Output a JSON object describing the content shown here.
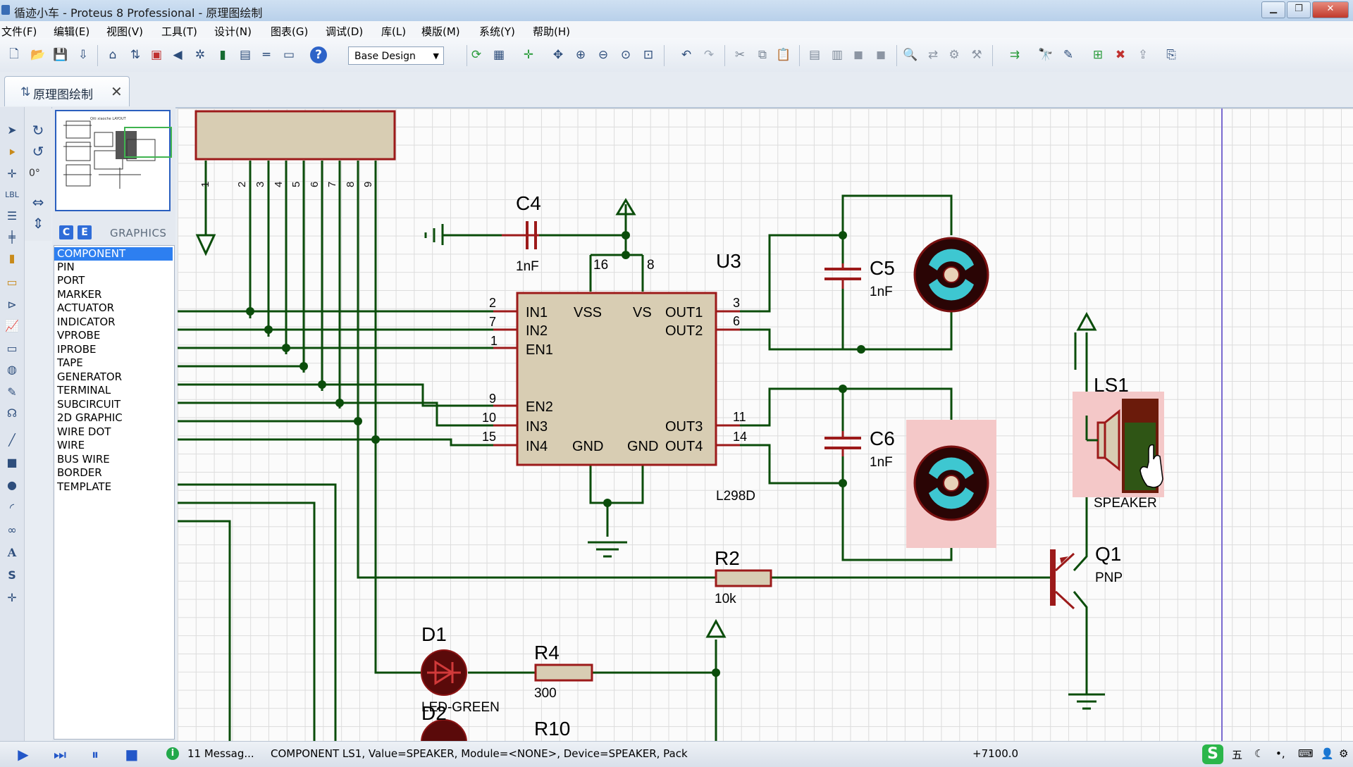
{
  "window": {
    "title": "循迹小车 - Proteus 8 Professional - 原理图绘制"
  },
  "menu": [
    "文件(F)",
    "编辑(E)",
    "视图(V)",
    "工具(T)",
    "设计(N)",
    "图表(G)",
    "调试(D)",
    "库(L)",
    "模版(M)",
    "系统(Y)",
    "帮助(H)"
  ],
  "toolbar": {
    "design_select": "Base Design"
  },
  "tab": {
    "label": "原理图绘制"
  },
  "left_panel": {
    "rotation": "0°",
    "selector_c": "C",
    "selector_e": "E",
    "graphics_label": "GRAPHICS",
    "modes": [
      "COMPONENT",
      "PIN",
      "PORT",
      "MARKER",
      "ACTUATOR",
      "INDICATOR",
      "VPROBE",
      "IPROBE",
      "TAPE",
      "GENERATOR",
      "TERMINAL",
      "SUBCIRCUIT",
      "2D GRAPHIC",
      "WIRE DOT",
      "WIRE",
      "BUS WIRE",
      "BORDER",
      "TEMPLATE"
    ],
    "selected_mode": "COMPONENT"
  },
  "schematic": {
    "header_pins": [
      "1",
      "2",
      "3",
      "4",
      "5",
      "6",
      "7",
      "8",
      "9"
    ],
    "c4": {
      "ref": "C4",
      "value": "1nF"
    },
    "u3": {
      "ref": "U3",
      "part": "L298D",
      "pin_16": "16",
      "pin_8": "8",
      "vss": "VSS",
      "vs": "VS",
      "gnd1": "GND",
      "gnd2": "GND"
    },
    "u3_left_pins": [
      {
        "num": "2",
        "name": "IN1"
      },
      {
        "num": "7",
        "name": "IN2"
      },
      {
        "num": "1",
        "name": "EN1"
      },
      {
        "num": "9",
        "name": "EN2"
      },
      {
        "num": "10",
        "name": "IN3"
      },
      {
        "num": "15",
        "name": "IN4"
      }
    ],
    "u3_right_pins": [
      {
        "num": "3",
        "name": "OUT1"
      },
      {
        "num": "6",
        "name": "OUT2"
      },
      {
        "num": "11",
        "name": "OUT3"
      },
      {
        "num": "14",
        "name": "OUT4"
      }
    ],
    "c5": {
      "ref": "C5",
      "value": "1nF"
    },
    "c6": {
      "ref": "C6",
      "value": "1nF"
    },
    "ls1": {
      "ref": "LS1",
      "value": "SPEAKER"
    },
    "q1": {
      "ref": "Q1",
      "type": "PNP"
    },
    "r2": {
      "ref": "R2",
      "value": "10k"
    },
    "d1": {
      "ref": "D1",
      "value": "LED-GREEN"
    },
    "r4": {
      "ref": "R4",
      "value": "300"
    },
    "d2": {
      "ref": "D2"
    },
    "r10": {
      "ref": "R10"
    }
  },
  "statusbar": {
    "messages": "11 Messag...",
    "info": "COMPONENT LS1, Value=SPEAKER, Module=<NONE>, Device=SPEAKER, Pack",
    "coord": "+7100.0"
  },
  "colors": {
    "wire": "#0b4d0b",
    "outline": "#9c1a1a",
    "body": "#d8cdb3",
    "select": "#2d7ff0"
  }
}
